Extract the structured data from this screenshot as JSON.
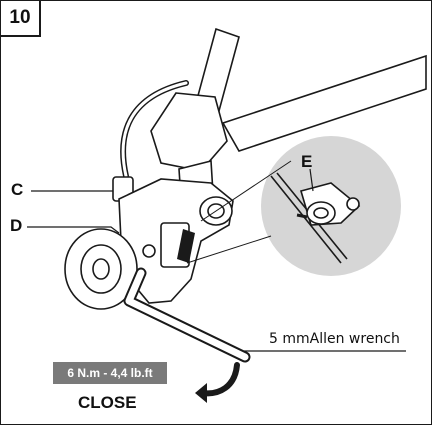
{
  "step": {
    "number": "10"
  },
  "callouts": {
    "c": "C",
    "d": "D",
    "e": "E"
  },
  "tool": {
    "label": "5 mmAllen wrench"
  },
  "torque": {
    "label": "6 N.m - 4,4 lb.ft"
  },
  "action": {
    "label": "CLOSE"
  },
  "colors": {
    "line": "#1a1a1a",
    "detail_circle": "#d6d6d6",
    "badge": "#7a7a7a"
  }
}
